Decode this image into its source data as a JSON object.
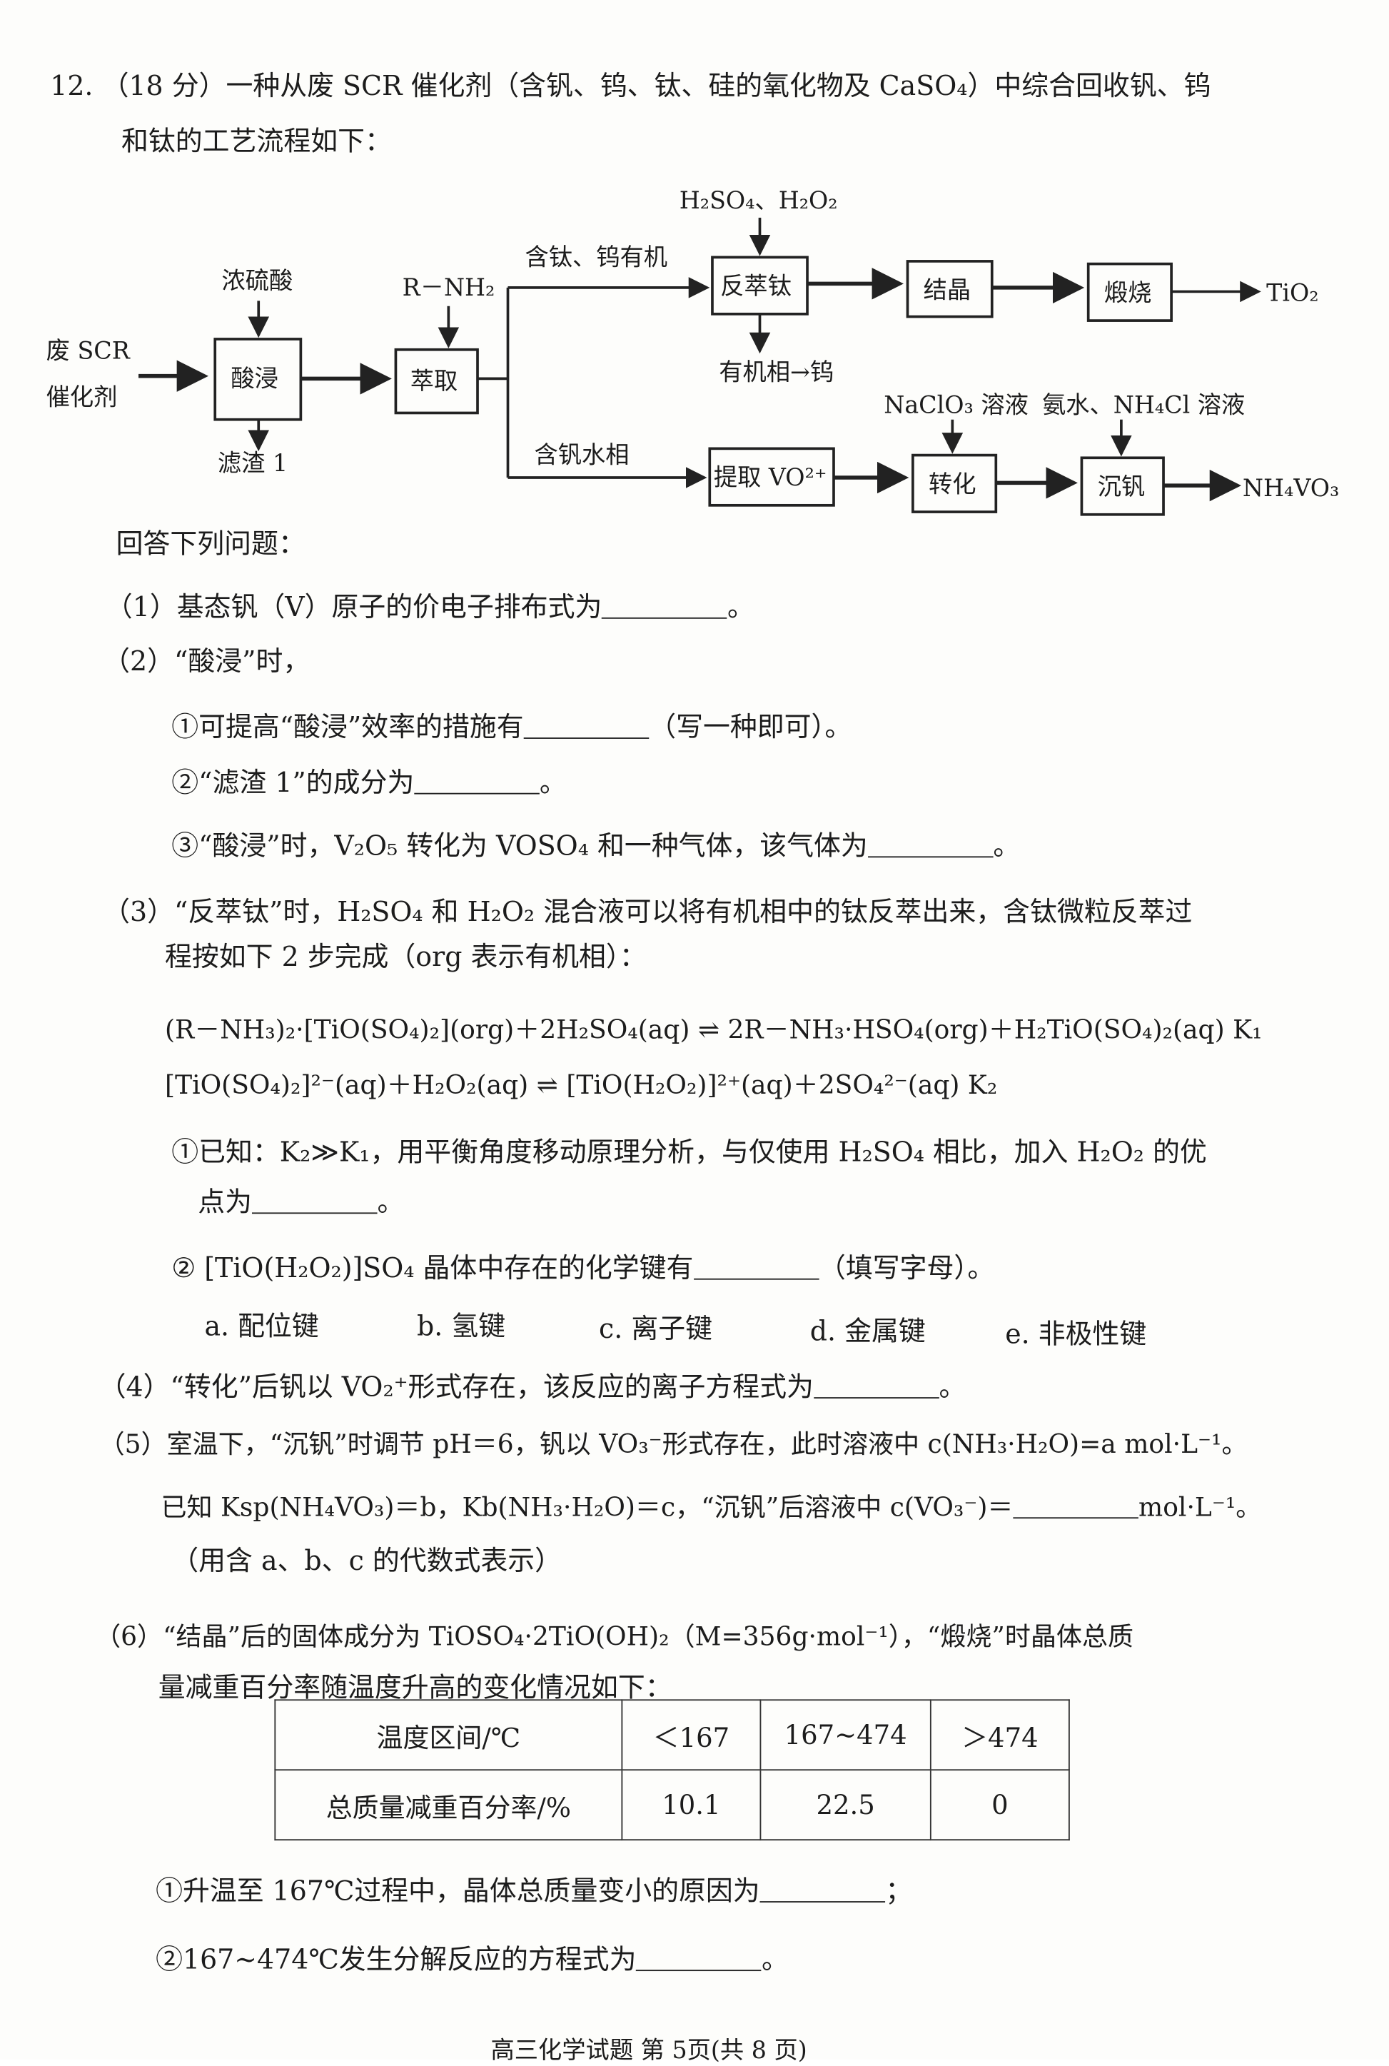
{
  "question": {
    "number": "12.",
    "intro_line1": "（18 分）一种从废 SCR 催化剂（含钒、钨、钛、硅的氧化物及 CaSO₄）中综合回收钒、钨",
    "intro_line2": "和钛的工艺流程如下："
  },
  "flowchart": {
    "input_line1": "废 SCR",
    "input_line2": "催化剂",
    "reagent_acid": "浓硫酸",
    "box_acid_leach": "酸浸",
    "residue": "滤渣 1",
    "reagent_extract": "R－NH₂",
    "box_extract": "萃取",
    "branch_top": "含钛、钨有机",
    "branch_bottom": "含钒水相",
    "reagent_strip": "H₂SO₄、H₂O₂",
    "box_strip": "反萃钛",
    "organic_out": "有机相→钨",
    "box_crystal": "结晶",
    "box_calcine": "煅烧",
    "product_ti": "TiO₂",
    "box_vo": "提取 VO²⁺",
    "reagent_convert": "NaClO₃ 溶液",
    "reagent_precip": "氨水、NH₄Cl 溶液",
    "box_convert": "转化",
    "box_precip": "沉钒",
    "product_v": "NH₄VO₃"
  },
  "answer_prompt": "回答下列问题：",
  "q1": {
    "pre": "（1）基态钒（V）原子的价电子排布式为",
    "post": "。"
  },
  "q2": {
    "head": "（2）“酸浸”时，",
    "s1_pre": "①可提高“酸浸”效率的措施有",
    "s1_post": "（写一种即可）。",
    "s2_pre": "②“滤渣 1”的成分为",
    "s2_post": "。",
    "s3_pre": "③“酸浸”时，V₂O₅ 转化为 VOSO₄ 和一种气体，该气体为",
    "s3_post": "。"
  },
  "q3": {
    "line1": "（3）“反萃钛”时，H₂SO₄ 和 H₂O₂ 混合液可以将有机相中的钛反萃出来，含钛微粒反萃过",
    "line2": "程按如下 2 步完成（org 表示有机相）：",
    "eq1": "(R－NH₃)₂·[TiO(SO₄)₂](org)＋2H₂SO₄(aq) ⇌ 2R－NH₃·HSO₄(org)＋H₂TiO(SO₄)₂(aq)   K₁",
    "eq2": "[TiO(SO₄)₂]²⁻(aq)＋H₂O₂(aq) ⇌ [TiO(H₂O₂)]²⁺(aq)＋2SO₄²⁻(aq)   K₂",
    "s1_line1": "①已知：K₂≫K₁，用平衡角度移动原理分析，与仅使用 H₂SO₄ 相比，加入 H₂O₂ 的优",
    "s1_pre": "点为",
    "s1_post": "。",
    "s2_pre": "② [TiO(H₂O₂)]SO₄ 晶体中存在的化学键有",
    "s2_post": "（填写字母）。",
    "options": [
      "a. 配位键",
      "b. 氢键",
      "c. 离子键",
      "d. 金属键",
      "e. 非极性键"
    ]
  },
  "q4": {
    "pre": "（4）“转化”后钒以 VO₂⁺形式存在，该反应的离子方程式为",
    "post": "。"
  },
  "q5": {
    "line1": "（5）室温下，“沉钒”时调节 pH＝6，钒以 VO₃⁻形式存在，此时溶液中 c(NH₃·H₂O)=a mol·L⁻¹。",
    "line2_pre": "已知 Ksp(NH₄VO₃)＝b，Kb(NH₃·H₂O)＝c，“沉钒”后溶液中 c(VO₃⁻)＝",
    "line2_post": "mol·L⁻¹。",
    "line3": "（用含 a、b、c 的代数式表示）"
  },
  "q6": {
    "line1": "（6）“结晶”后的固体成分为 TiOSO₄·2TiO(OH)₂（M=356g·mol⁻¹），“煅烧”时晶体总质",
    "line2": "量减重百分率随温度升高的变化情况如下：",
    "table": {
      "row_header_1": "温度区间/℃",
      "row_header_2": "总质量减重百分率/%",
      "ranges": [
        "＜167",
        "167~474",
        "＞474"
      ],
      "values": [
        "10.1",
        "22.5",
        "0"
      ]
    },
    "s1_pre": "①升温至 167℃过程中，晶体总质量变小的原因为",
    "s1_post": "；",
    "s2_pre": "②167~474℃发生分解反应的方程式为",
    "s2_post": "。"
  },
  "footer": "高三化学试题 第 5页(共 8 页)"
}
